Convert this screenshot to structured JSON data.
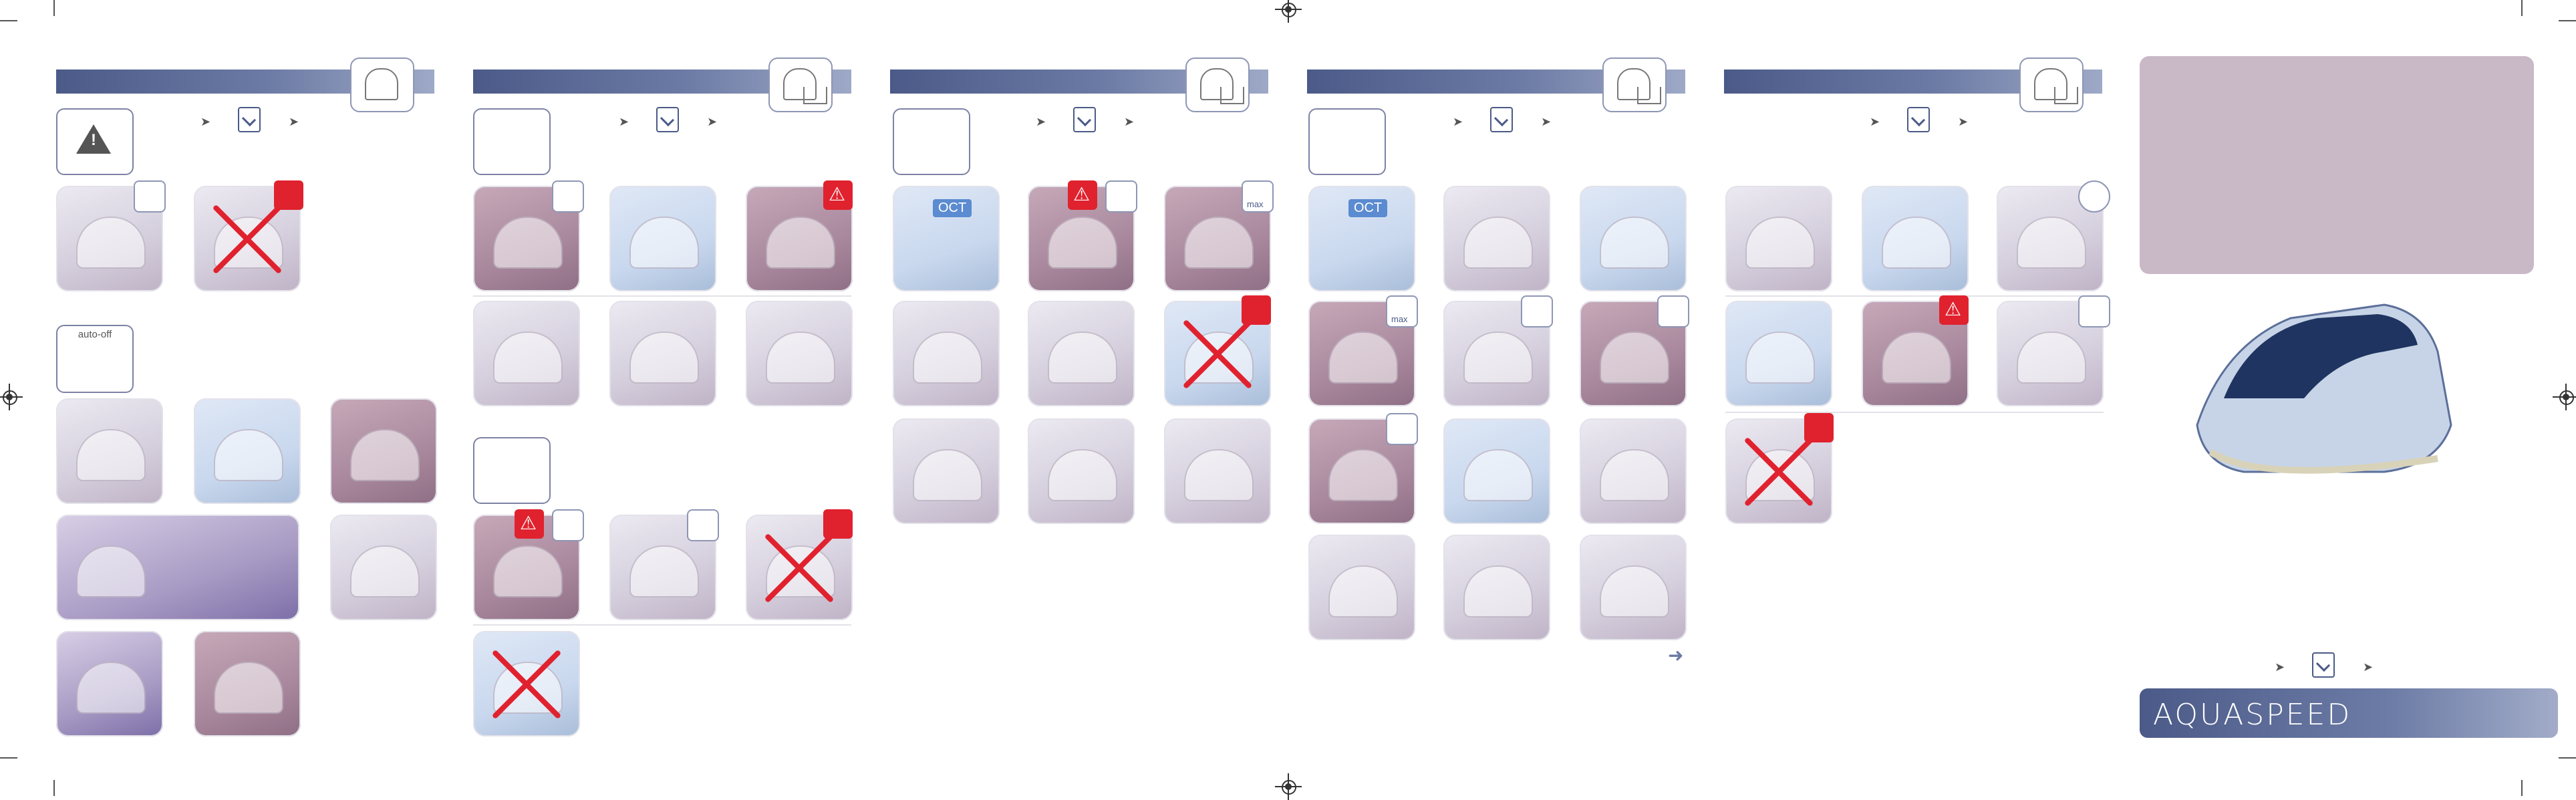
{
  "brand": {
    "product_name": "AQUASPEED"
  },
  "labels": {
    "auto_off": "auto-off",
    "calendar_month_1": "OCT",
    "calendar_month_2": "OCT",
    "max_1": "max",
    "max_2": "max"
  },
  "icons": {
    "warning": "warning-triangle-icon",
    "iron": "iron-icon",
    "steam_station": "steam-iron-icon",
    "download": "download-icon",
    "next": "arrow-right-icon"
  },
  "colors": {
    "header_bar": "#4b5a88",
    "danger": "#e0222e",
    "panel": "#c9b9c6"
  }
}
